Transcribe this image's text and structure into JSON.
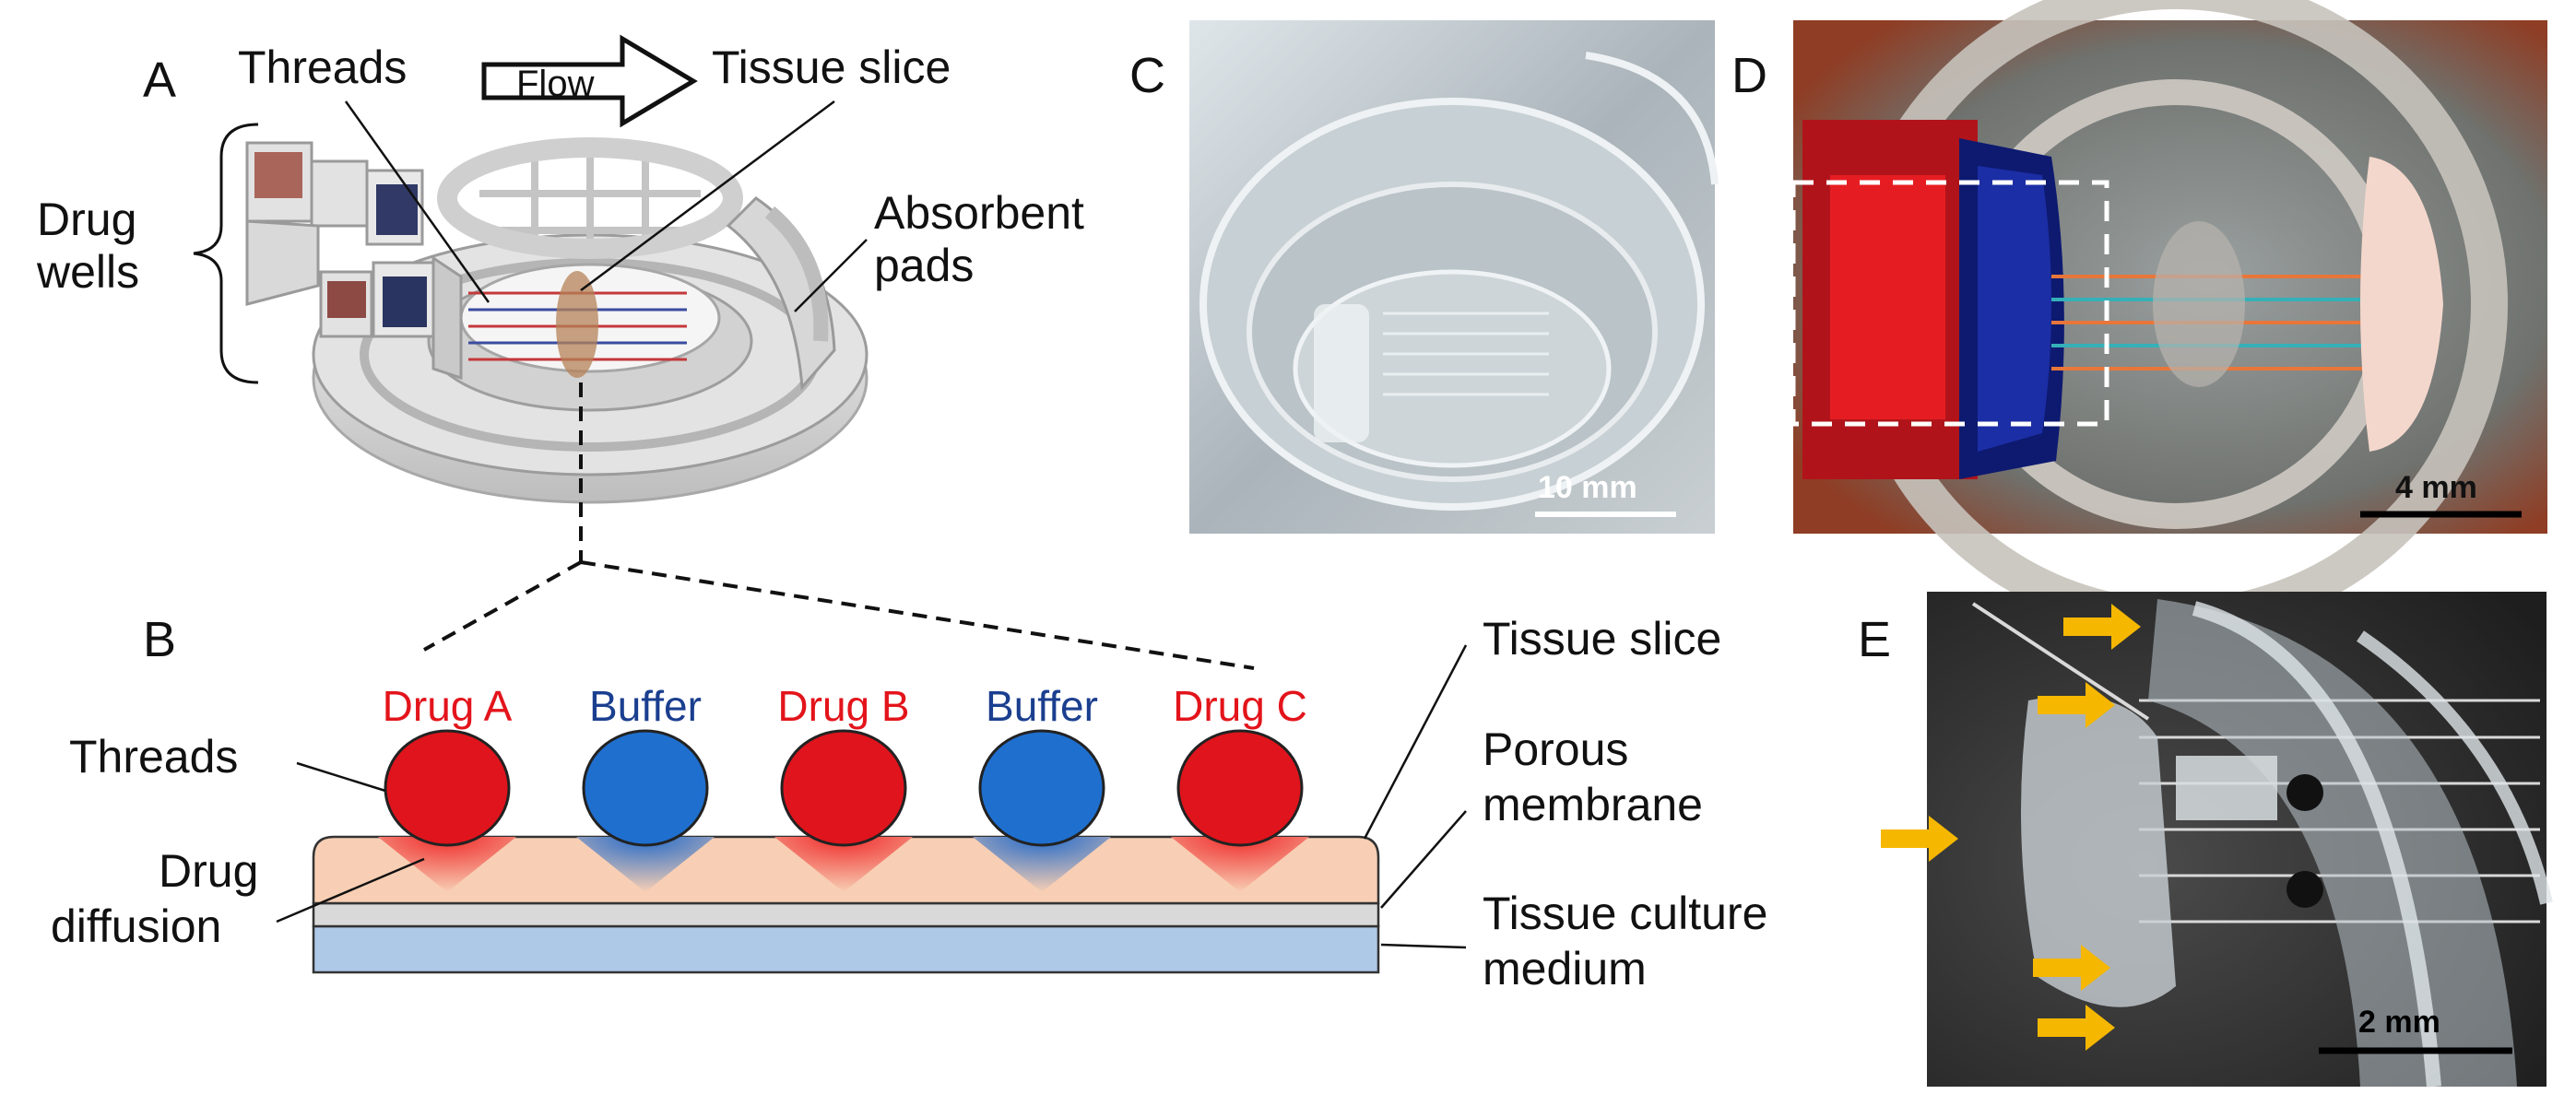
{
  "panels": {
    "A": {
      "letter": "A",
      "threads_label": "Threads",
      "flow_label": "Flow",
      "tissue_label": "Tissue slice",
      "drug_wells_line1": "Drug",
      "drug_wells_line2": "wells",
      "absorbent_line1": "Absorbent",
      "absorbent_line2": "pads"
    },
    "B": {
      "letter": "B",
      "thread_names": [
        "Drug A",
        "Buffer",
        "Drug B",
        "Buffer",
        "Drug C"
      ],
      "threads_label": "Threads",
      "drug_diffusion_line1": "Drug",
      "drug_diffusion_line2": "diffusion",
      "tissue_slice_label": "Tissue slice",
      "porous_line1": "Porous",
      "porous_line2": "membrane",
      "medium_line1": "Tissue culture",
      "medium_line2": "medium"
    },
    "C": {
      "letter": "C",
      "scale_bar": "10 mm"
    },
    "D": {
      "letter": "D",
      "scale_bar": "4 mm"
    },
    "E": {
      "letter": "E",
      "scale_bar": "2 mm"
    }
  },
  "colors": {
    "drug_red": "#e0141c",
    "buffer_blue": "#1f6fcf",
    "tissue_pink": "#f8cfb4",
    "membrane_gray": "#d9d9d9",
    "medium_blue": "#aec8e8",
    "arrow_yellow": "#f5b700",
    "label_red": "#e3141b",
    "label_blue": "#1b3f8f"
  }
}
